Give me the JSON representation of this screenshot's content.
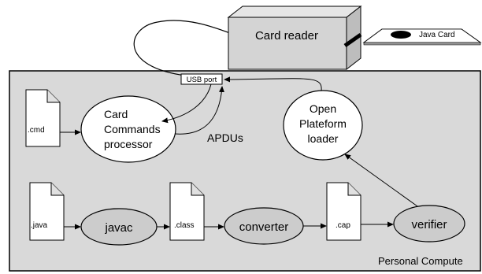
{
  "diagram": {
    "card_reader": "Card reader",
    "java_card": "Java Card",
    "usb_port": "USB port",
    "personal_computer": "Personal Compute",
    "apdus": "APDUs",
    "processor": {
      "line1": "Card",
      "line2": "Commands",
      "line3": "processor"
    },
    "loader": {
      "line1": "Open",
      "line2": "Plateform",
      "line3": "loader"
    },
    "files": {
      "cmd": ".cmd",
      "java": ".java",
      "class": ".class",
      "cap": ".cap"
    },
    "tools": {
      "javac": "javac",
      "converter": "converter",
      "verifier": "verifier"
    },
    "colors": {
      "box_fill": "#d9d9d9",
      "tool_fill": "#cccccc",
      "page_fill": "#ffffff",
      "line": "#000000"
    }
  }
}
